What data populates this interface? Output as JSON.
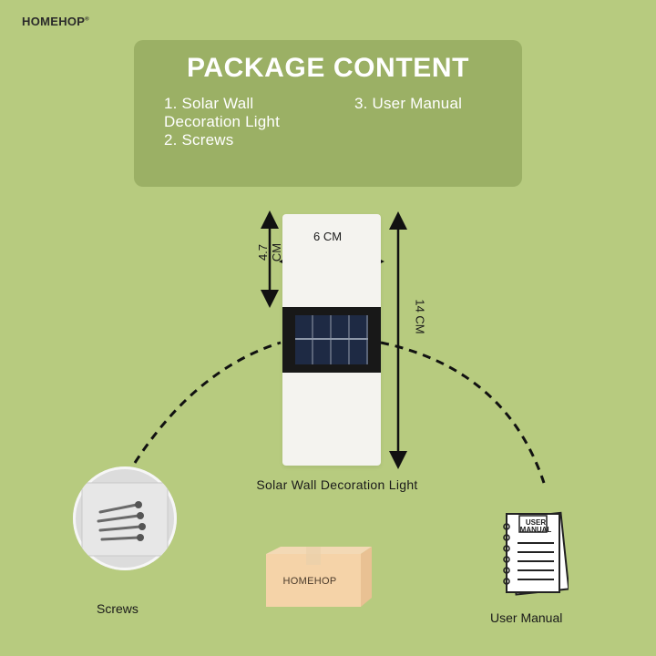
{
  "brand": {
    "name": "HOMEHOP",
    "mark": "®"
  },
  "package": {
    "title": "PACKAGE CONTENT",
    "items": [
      "1. Solar Wall Decoration Light",
      "2. Screws",
      "3. User Manual"
    ]
  },
  "dimensions": {
    "width": "6 CM",
    "panel_height": "4.7 CM",
    "total_height": "14 CM"
  },
  "labels": {
    "lamp": "Solar Wall Decoration Light",
    "screws": "Screws",
    "box": "HOMEHOP",
    "manual_cover": "USER MANUAL",
    "manual": "User Manual"
  },
  "colors": {
    "background": "#b7cb7f",
    "panel": "#9bb065",
    "text_light": "#ffffff"
  }
}
